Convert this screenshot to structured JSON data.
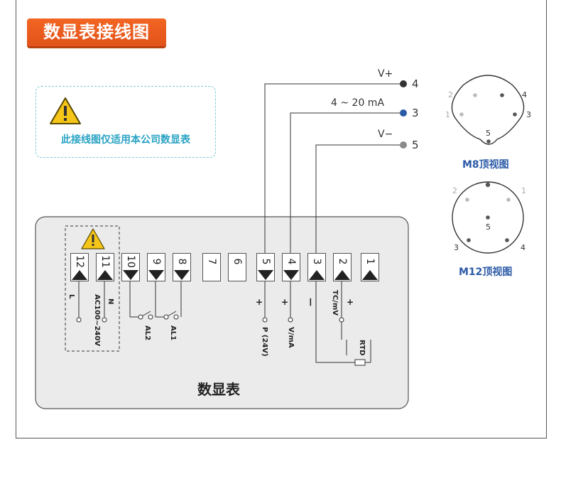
{
  "title": "数显表接线图",
  "note": {
    "text": "此接线图仅适用本公司数显表"
  },
  "signals": [
    {
      "label": "V+",
      "pin": "4",
      "dot_color": "#333333"
    },
    {
      "label": "4 ~ 20 mA",
      "pin": "3",
      "dot_color": "#2b5aa6"
    },
    {
      "label": "V−",
      "pin": "5",
      "dot_color": "#8a8a8a"
    }
  ],
  "m8": {
    "caption": "M8顶视图",
    "pins": [
      "1",
      "2",
      "3",
      "4",
      "5"
    ]
  },
  "m12": {
    "caption": "M12顶视图",
    "pins": [
      "1",
      "2",
      "3",
      "4",
      "5"
    ]
  },
  "meter": {
    "title": "数显表",
    "terminals": [
      "12",
      "11",
      "10",
      "9",
      "8",
      "7",
      "6",
      "5",
      "4",
      "3",
      "2",
      "1"
    ],
    "labels": {
      "L": "L",
      "N": "N",
      "power": "AC100~240V",
      "al2": "AL2",
      "al1": "AL1",
      "p24": "P (24V)",
      "vma": "V/mA",
      "tcmv": "TC/mV",
      "rtd": "RTD",
      "plus": "+",
      "minus": "—"
    }
  },
  "colors": {
    "accent": "#f26522",
    "note": "#29a3c4",
    "caption": "#2b5aa6",
    "warning": "#f5c518"
  }
}
